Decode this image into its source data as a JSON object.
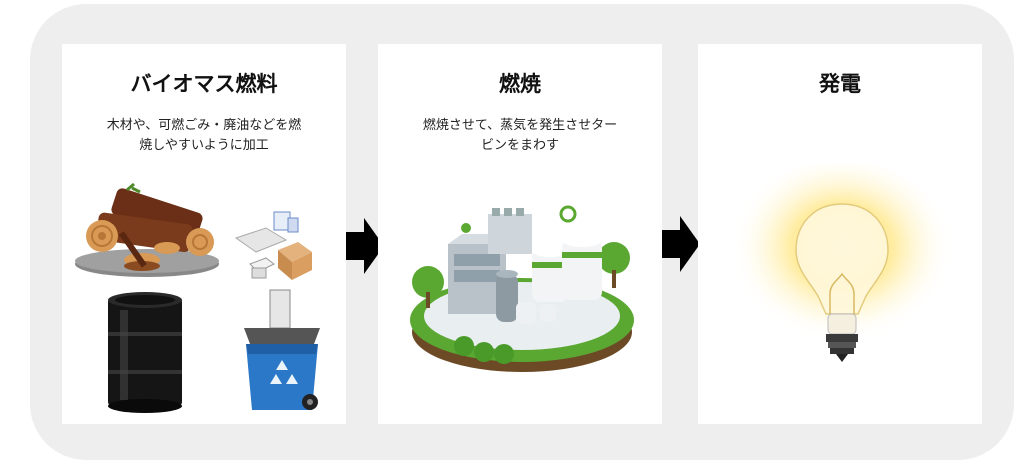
{
  "steps": [
    {
      "title": "バイオマス燃料",
      "desc_line1": "木材や、可燃ごみ・廃油などを燃",
      "desc_line2": "焼しやすいように加工"
    },
    {
      "title": "燃焼",
      "desc_line1": "燃焼させて、蒸気を発生させター",
      "desc_line2": "ビンをまわす"
    },
    {
      "title": "発電"
    }
  ],
  "icons": {
    "logs": "wood-logs-icon",
    "boxes": "waste-boxes-icon",
    "drum": "oil-drum-icon",
    "bin": "recycle-bin-icon",
    "plant": "power-plant-icon",
    "bulb": "light-bulb-icon"
  },
  "colors": {
    "background": "#eeeeee",
    "panel": "#ffffff",
    "arrow": "#000000",
    "bin": "#2b78c8",
    "glow": "#ffe680"
  }
}
